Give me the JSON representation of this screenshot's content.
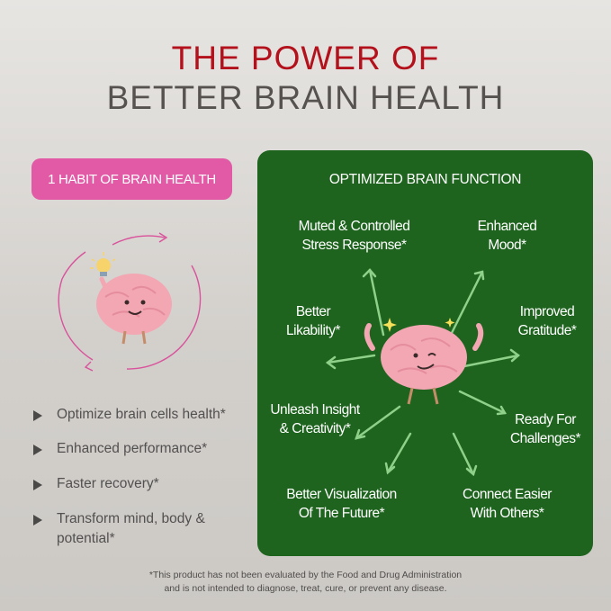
{
  "header": {
    "title_line1": "THE POWER OF",
    "title_line2": "BETTER BRAIN HEALTH"
  },
  "left": {
    "badge_label": "1 HABIT OF BRAIN HEALTH",
    "bullets": [
      "Optimize brain cells health*",
      "Enhanced performance*",
      "Faster recovery*",
      "Transform mind, body &",
      "potential*"
    ]
  },
  "panel": {
    "title": "OPTIMIZED BRAIN FUNCTION",
    "benefits": {
      "stress": [
        "Muted & Controlled",
        "Stress Response*"
      ],
      "mood": [
        "Enhanced",
        "Mood*"
      ],
      "likability": [
        "Better",
        "Likability*"
      ],
      "gratitude": [
        "Improved",
        "Gratitude*"
      ],
      "insight": [
        "Unleash Insight",
        "& Creativity*"
      ],
      "challenges": [
        "Ready For",
        "Challenges*"
      ],
      "visualization": [
        "Better Visualization",
        "Of The Future*"
      ],
      "connect": [
        "Connect Easier",
        "With Others*"
      ]
    }
  },
  "footer": {
    "disclaimer_line1": "*This product has not been evaluated by the Food and Drug Administration",
    "disclaimer_line2": "and is not intended to diagnose, treat, cure, or prevent any disease."
  },
  "colors": {
    "title_red": "#b3111b",
    "title_gray": "#555250",
    "badge_pink": "#e25aa5",
    "panel_green": "#1e641e",
    "arrow_green": "#8fd08a",
    "brain_pink": "#f2a7b3"
  }
}
